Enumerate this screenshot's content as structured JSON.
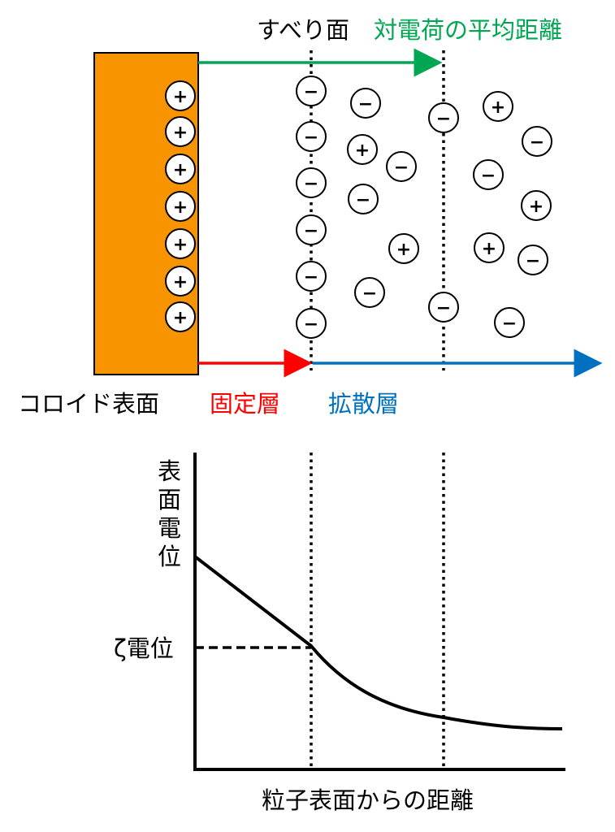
{
  "top": {
    "slip_plane_label": "すべり面",
    "counter_charge_label": "対電荷の平均距離",
    "colloid_surface_label": "コロイド表面",
    "fixed_layer_label": "固定層",
    "diffuse_layer_label": "拡散層",
    "plus_sign": "+",
    "minus_sign": "−"
  },
  "bottom": {
    "y_axis_label": [
      "表",
      "面",
      "電",
      "位"
    ],
    "zeta_label": "ζ電位",
    "x_axis_label": "粒子表面からの距離"
  },
  "colors": {
    "colloid": "#F79400",
    "counter_charge": "#00A651",
    "fixed_layer": "#FF0000",
    "diffuse_layer": "#0070C0"
  }
}
